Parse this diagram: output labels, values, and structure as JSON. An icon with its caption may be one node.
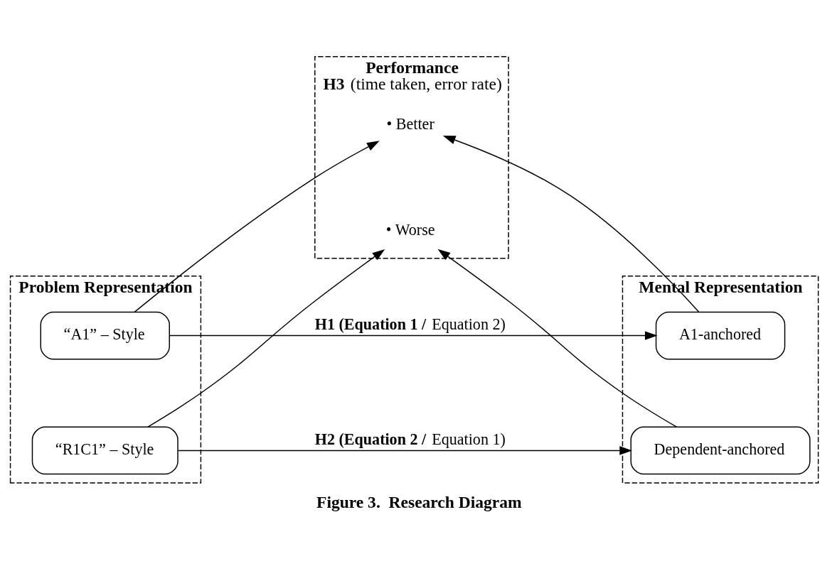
{
  "diagram": {
    "caption": "Figure 3.  Research Diagram",
    "nodes": [
      {
        "text": [
          "Problem Representation"
        ]
      },
      {
        "text": [
          "“A1” – Style"
        ],
        "in": 0
      },
      {
        "text": [
          "“R1C1” – Style"
        ],
        "in": 0
      },
      {
        "text": [
          "Performance",
          "**H3** (time taken, error rate)"
        ]
      },
      {
        "text": [
          "• Better"
        ],
        "in": 3
      },
      {
        "text": [
          "• Worse"
        ],
        "in": 3
      },
      {
        "text": [
          "Mental Representation"
        ]
      },
      {
        "text": [
          "A1-anchored"
        ],
        "in": 6
      },
      {
        "text": [
          "Dependent-anchored"
        ],
        "in": 6
      }
    ],
    "edges": [
      {
        "from": 1,
        "to": 7,
        "arrow": "to",
        "label": "**H1 (Equation 1 /** Equation 2)"
      },
      {
        "from": 1,
        "to": 4,
        "arrow": "to"
      },
      {
        "from": 7,
        "to": 4,
        "arrow": "to"
      },
      {
        "from": 2,
        "to": 5,
        "arrow": "to"
      },
      {
        "from": 8,
        "to": 5,
        "arrow": "to"
      },
      {
        "from": 2,
        "to": 8,
        "arrow": "to",
        "label": "**H2 (Equation 2 /** Equation 1)"
      }
    ]
  }
}
